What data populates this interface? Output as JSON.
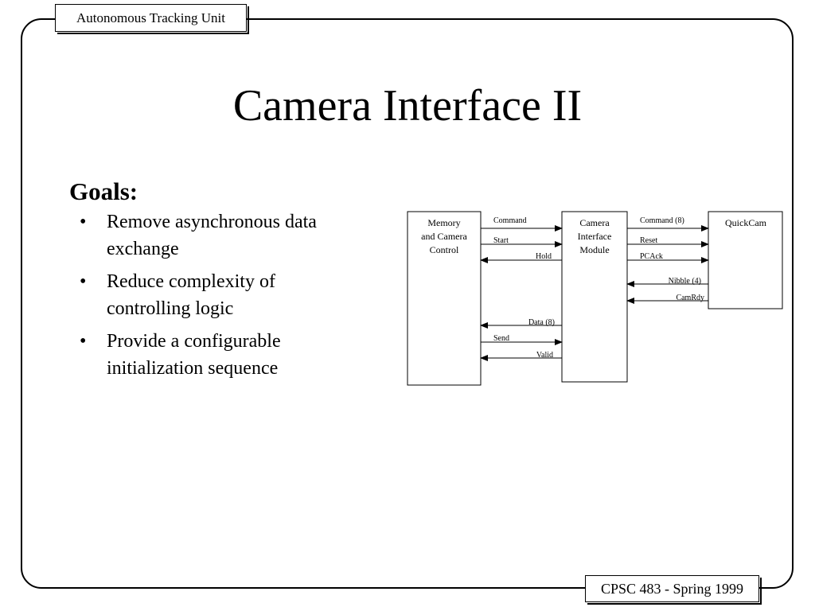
{
  "header": {
    "tag": "Autonomous Tracking Unit"
  },
  "slide": {
    "title": "Camera Interface II"
  },
  "goals": {
    "heading": "Goals:",
    "items": [
      {
        "bullet": "•",
        "lines": [
          "Remove asynchronous data",
          "exchange"
        ]
      },
      {
        "bullet": "•",
        "lines": [
          "Reduce complexity of",
          "controlling logic"
        ]
      },
      {
        "bullet": "•",
        "lines": [
          "Provide a configurable",
          "initialization sequence"
        ]
      }
    ]
  },
  "diagram": {
    "blocks": {
      "memory": [
        "Memory",
        "and Camera",
        "Control"
      ],
      "interface": [
        "Camera",
        "Interface",
        "Module"
      ],
      "quickcam": [
        "QuickCam"
      ]
    },
    "left_signals": [
      "Command",
      "Start",
      "Hold",
      "Data (8)",
      "Send",
      "Valid"
    ],
    "right_signals": [
      "Command (8)",
      "Reset",
      "PCAck",
      "Nibble (4)",
      "CamRdy"
    ]
  },
  "footer": {
    "tag": "CPSC 483 - Spring 1999"
  }
}
